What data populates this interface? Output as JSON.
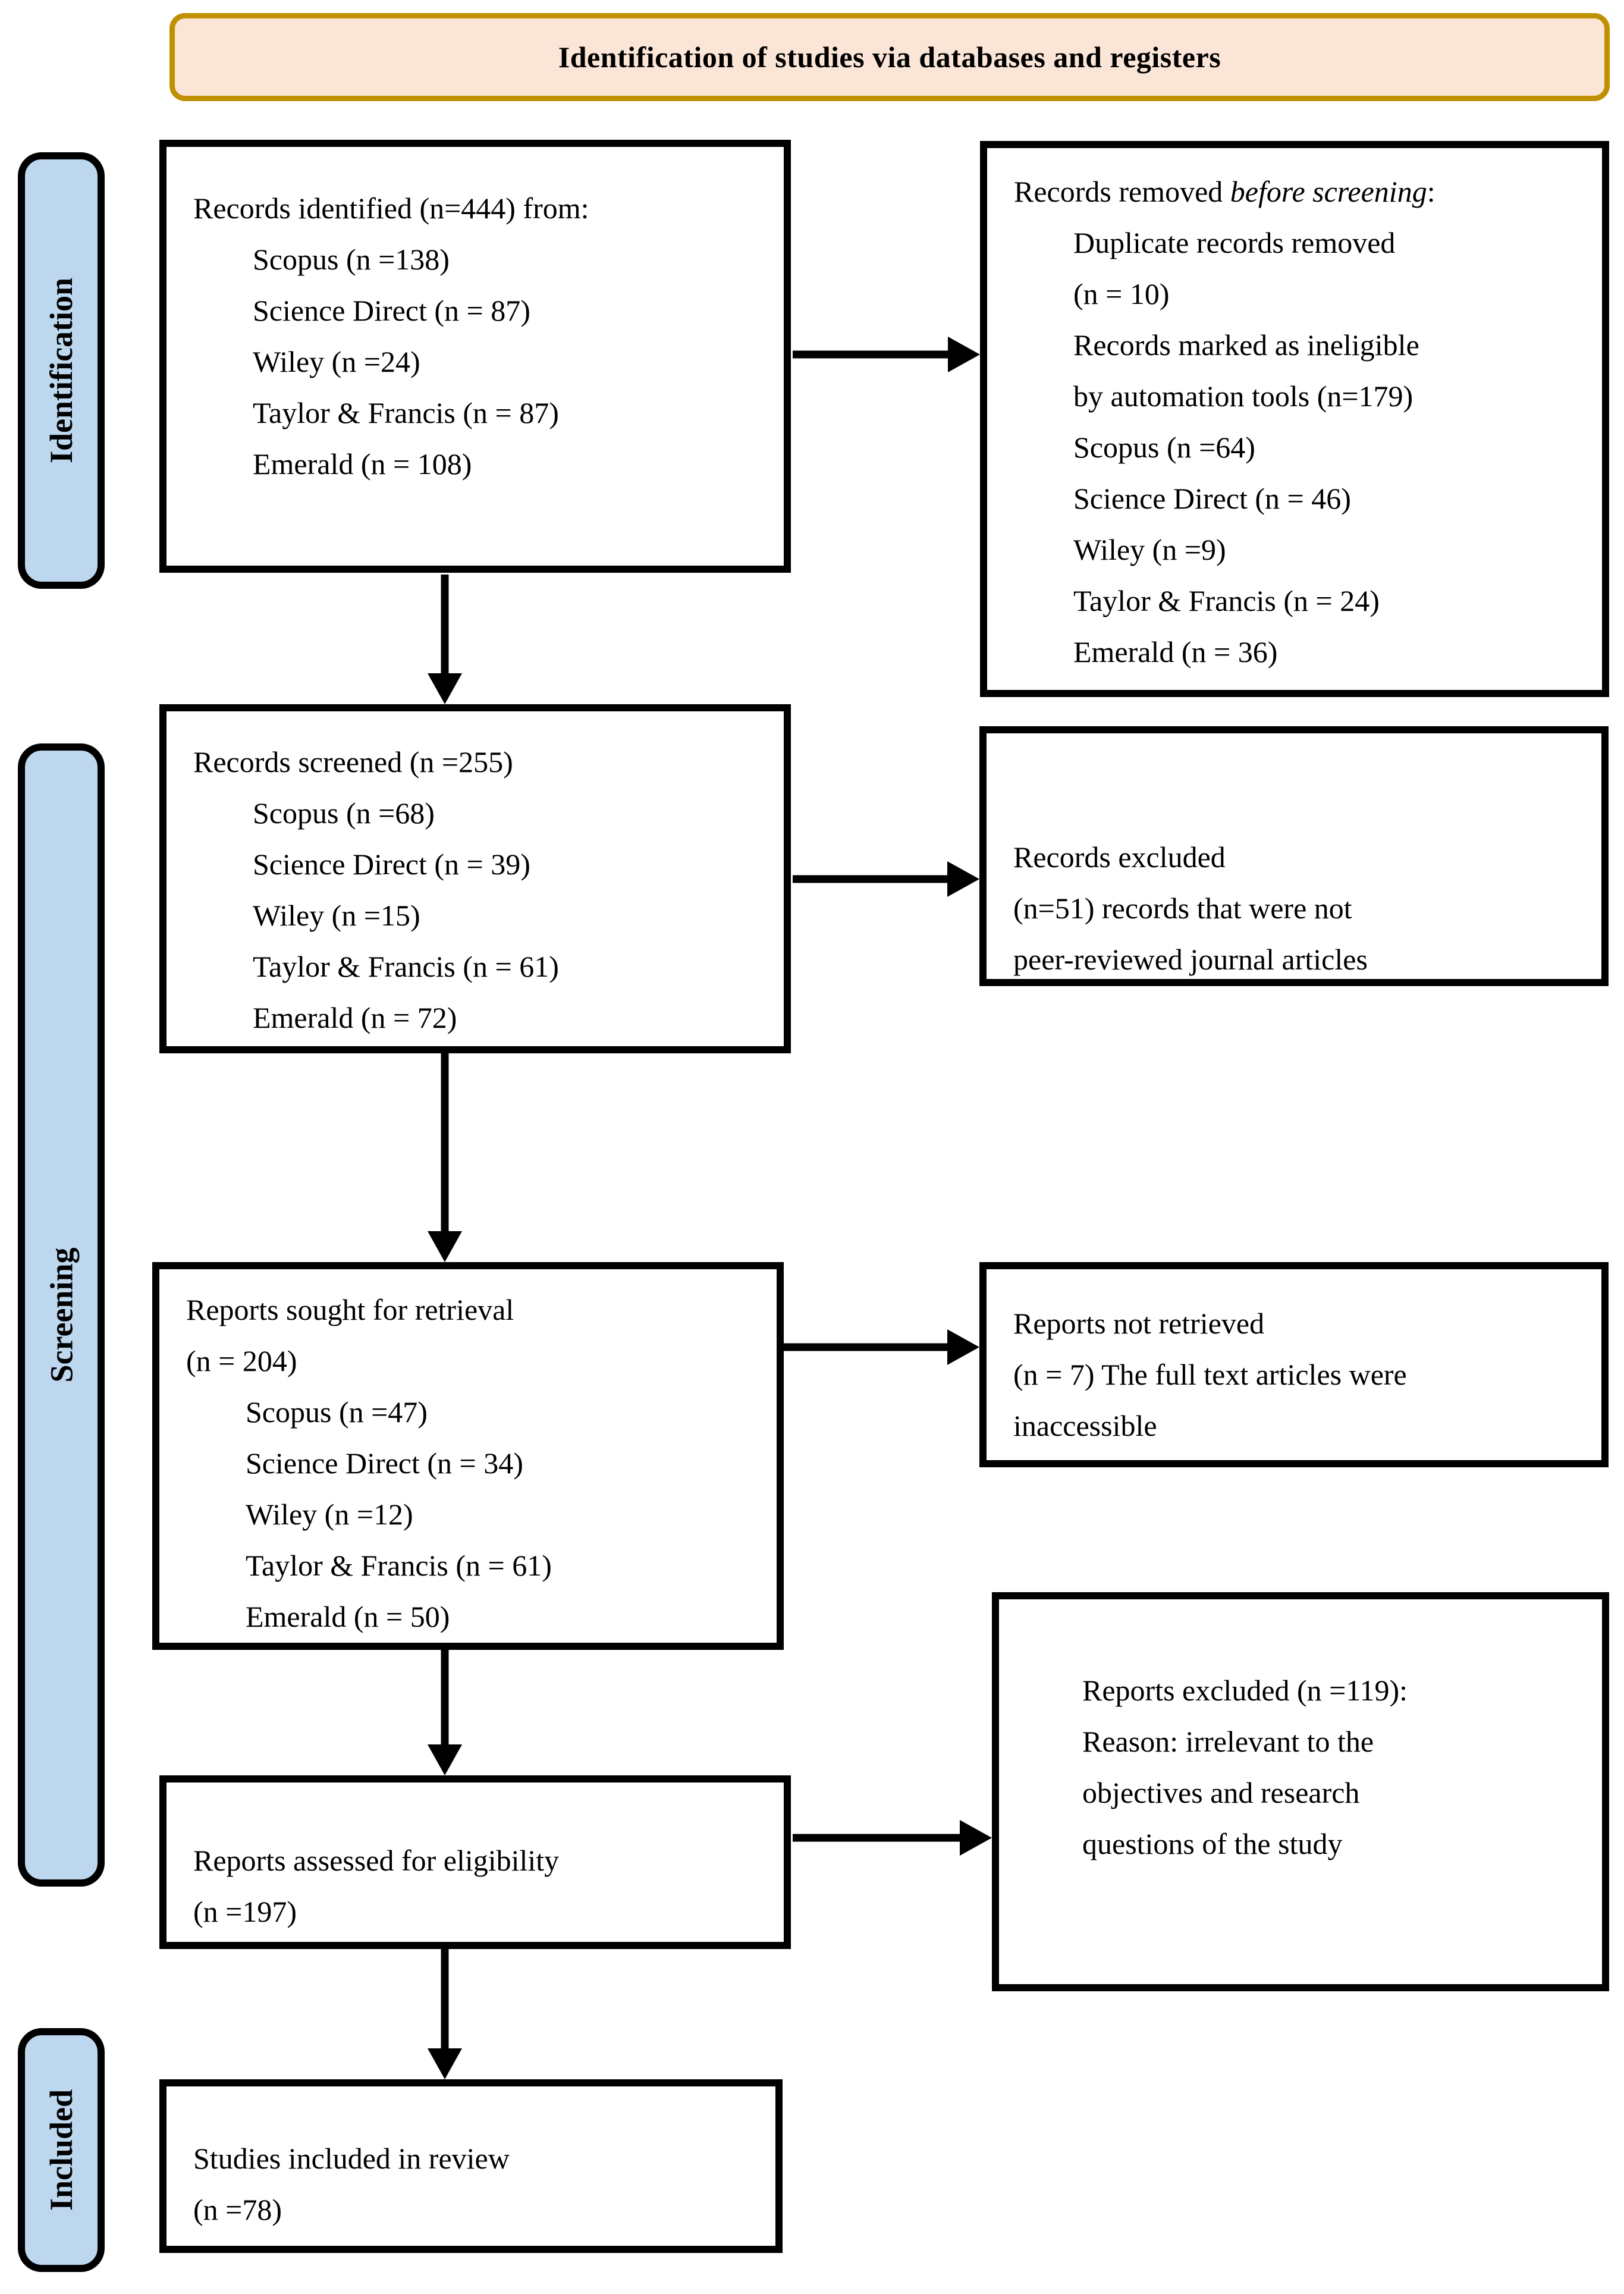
{
  "banner": {
    "title": "Identification of studies via databases and registers"
  },
  "stages": [
    {
      "id": "identification",
      "label": "Identification"
    },
    {
      "id": "screening",
      "label": "Screening"
    },
    {
      "id": "included",
      "label": "Included"
    }
  ],
  "colors": {
    "stage_fill": "#bdd7ee",
    "banner_fill": "#fbe5d6",
    "banner_border": "#bf9000",
    "box_border": "#000000"
  },
  "boxes": {
    "records_identified": {
      "lines": [
        {
          "runs": [
            {
              "text": "Records identified (n=444) from:"
            }
          ],
          "indent": false
        },
        {
          "runs": [
            {
              "text": "Scopus (n =138)"
            }
          ],
          "indent": true
        },
        {
          "runs": [
            {
              "text": "Science Direct (n = 87)"
            }
          ],
          "indent": true
        },
        {
          "runs": [
            {
              "text": "Wiley (n =24)"
            }
          ],
          "indent": true
        },
        {
          "runs": [
            {
              "text": "Taylor & Francis (n = 87)"
            }
          ],
          "indent": true
        },
        {
          "runs": [
            {
              "text": "Emerald (n = 108)"
            }
          ],
          "indent": true
        }
      ]
    },
    "records_removed": {
      "lines": [
        {
          "runs": [
            {
              "text": "Records removed "
            },
            {
              "text": "before screening",
              "italic": true
            },
            {
              "text": ":"
            }
          ],
          "indent": false
        },
        {
          "runs": [
            {
              "text": "Duplicate records removed"
            }
          ],
          "indent": true
        },
        {
          "runs": [
            {
              "text": "(n = 10)"
            }
          ],
          "indent": true
        },
        {
          "runs": [
            {
              "text": "Records marked as ineligible"
            }
          ],
          "indent": true
        },
        {
          "runs": [
            {
              "text": "by automation tools (n=179)"
            }
          ],
          "indent": true
        },
        {
          "runs": [
            {
              "text": "Scopus (n =64)"
            }
          ],
          "indent": true
        },
        {
          "runs": [
            {
              "text": "Science Direct (n = 46)"
            }
          ],
          "indent": true
        },
        {
          "runs": [
            {
              "text": "Wiley (n =9)"
            }
          ],
          "indent": true
        },
        {
          "runs": [
            {
              "text": "Taylor & Francis (n = 24)"
            }
          ],
          "indent": true
        },
        {
          "runs": [
            {
              "text": "Emerald (n = 36)"
            }
          ],
          "indent": true
        }
      ]
    },
    "records_screened": {
      "lines": [
        {
          "runs": [
            {
              "text": "Records screened (n =255)"
            }
          ],
          "indent": false
        },
        {
          "runs": [
            {
              "text": "Scopus (n =68)"
            }
          ],
          "indent": true
        },
        {
          "runs": [
            {
              "text": "Science Direct (n = 39)"
            }
          ],
          "indent": true
        },
        {
          "runs": [
            {
              "text": "Wiley (n =15)"
            }
          ],
          "indent": true
        },
        {
          "runs": [
            {
              "text": "Taylor & Francis (n = 61)"
            }
          ],
          "indent": true
        },
        {
          "runs": [
            {
              "text": "Emerald (n = 72)"
            }
          ],
          "indent": true
        }
      ]
    },
    "records_excluded": {
      "lines": [
        {
          "runs": [
            {
              "text": "Records excluded"
            }
          ],
          "indent": false
        },
        {
          "runs": [
            {
              "text": "(n=51) records that were not"
            }
          ],
          "indent": false
        },
        {
          "runs": [
            {
              "text": "peer-reviewed journal articles"
            }
          ],
          "indent": false
        }
      ]
    },
    "reports_sought": {
      "lines": [
        {
          "runs": [
            {
              "text": "Reports sought for retrieval"
            }
          ],
          "indent": false
        },
        {
          "runs": [
            {
              "text": "(n = 204)"
            }
          ],
          "indent": false
        },
        {
          "runs": [
            {
              "text": "Scopus (n =47)"
            }
          ],
          "indent": true
        },
        {
          "runs": [
            {
              "text": "Science Direct (n = 34)"
            }
          ],
          "indent": true
        },
        {
          "runs": [
            {
              "text": "Wiley (n =12)"
            }
          ],
          "indent": true
        },
        {
          "runs": [
            {
              "text": "Taylor & Francis (n = 61)"
            }
          ],
          "indent": true
        },
        {
          "runs": [
            {
              "text": "Emerald (n = 50)"
            }
          ],
          "indent": true
        }
      ]
    },
    "reports_not_retrieved": {
      "lines": [
        {
          "runs": [
            {
              "text": "Reports not retrieved"
            }
          ],
          "indent": false
        },
        {
          "runs": [
            {
              "text": "(n = 7) The full text articles were"
            }
          ],
          "indent": false
        },
        {
          "runs": [
            {
              "text": "inaccessible"
            }
          ],
          "indent": false
        }
      ]
    },
    "reports_assessed": {
      "lines": [
        {
          "runs": [
            {
              "text": "Reports assessed for eligibility"
            }
          ],
          "indent": false
        },
        {
          "runs": [
            {
              "text": "(n =197)"
            }
          ],
          "indent": false
        }
      ]
    },
    "reports_excluded": {
      "lines": [
        {
          "runs": [
            {
              "text": "Reports excluded (n =119):"
            }
          ],
          "indent": false
        },
        {
          "runs": [
            {
              "text": "Reason: irrelevant to the"
            }
          ],
          "indent": false
        },
        {
          "runs": [
            {
              "text": "objectives and research"
            }
          ],
          "indent": false
        },
        {
          "runs": [
            {
              "text": "questions of the study"
            }
          ],
          "indent": false
        }
      ]
    },
    "studies_included": {
      "lines": [
        {
          "runs": [
            {
              "text": "Studies included in review"
            }
          ],
          "indent": false
        },
        {
          "runs": [
            {
              "text": "(n =78)"
            }
          ],
          "indent": false
        }
      ]
    }
  }
}
